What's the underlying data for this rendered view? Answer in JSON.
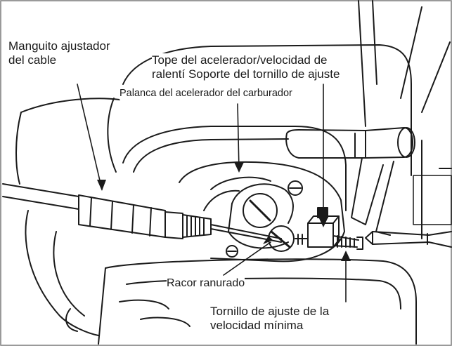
{
  "labels": {
    "cable_sleeve": {
      "line1": "Manguito ajustador",
      "line2": "del cable"
    },
    "throttle_stop": {
      "line1": "Tope del acelerador/velocidad de",
      "line2": "ralentí Soporte del tornillo de ajuste"
    },
    "carb_lever": {
      "line1": "Palanca del acelerador del carburador"
    },
    "slotted_fitting": {
      "line1": "Racor ranurado"
    },
    "idle_screw": {
      "line1": "Tornillo de ajuste de la",
      "line2": "velocidad mínima"
    }
  },
  "colors": {
    "line": "#1a1a1a",
    "background": "#ffffff",
    "frame": "#9a9a9a"
  }
}
